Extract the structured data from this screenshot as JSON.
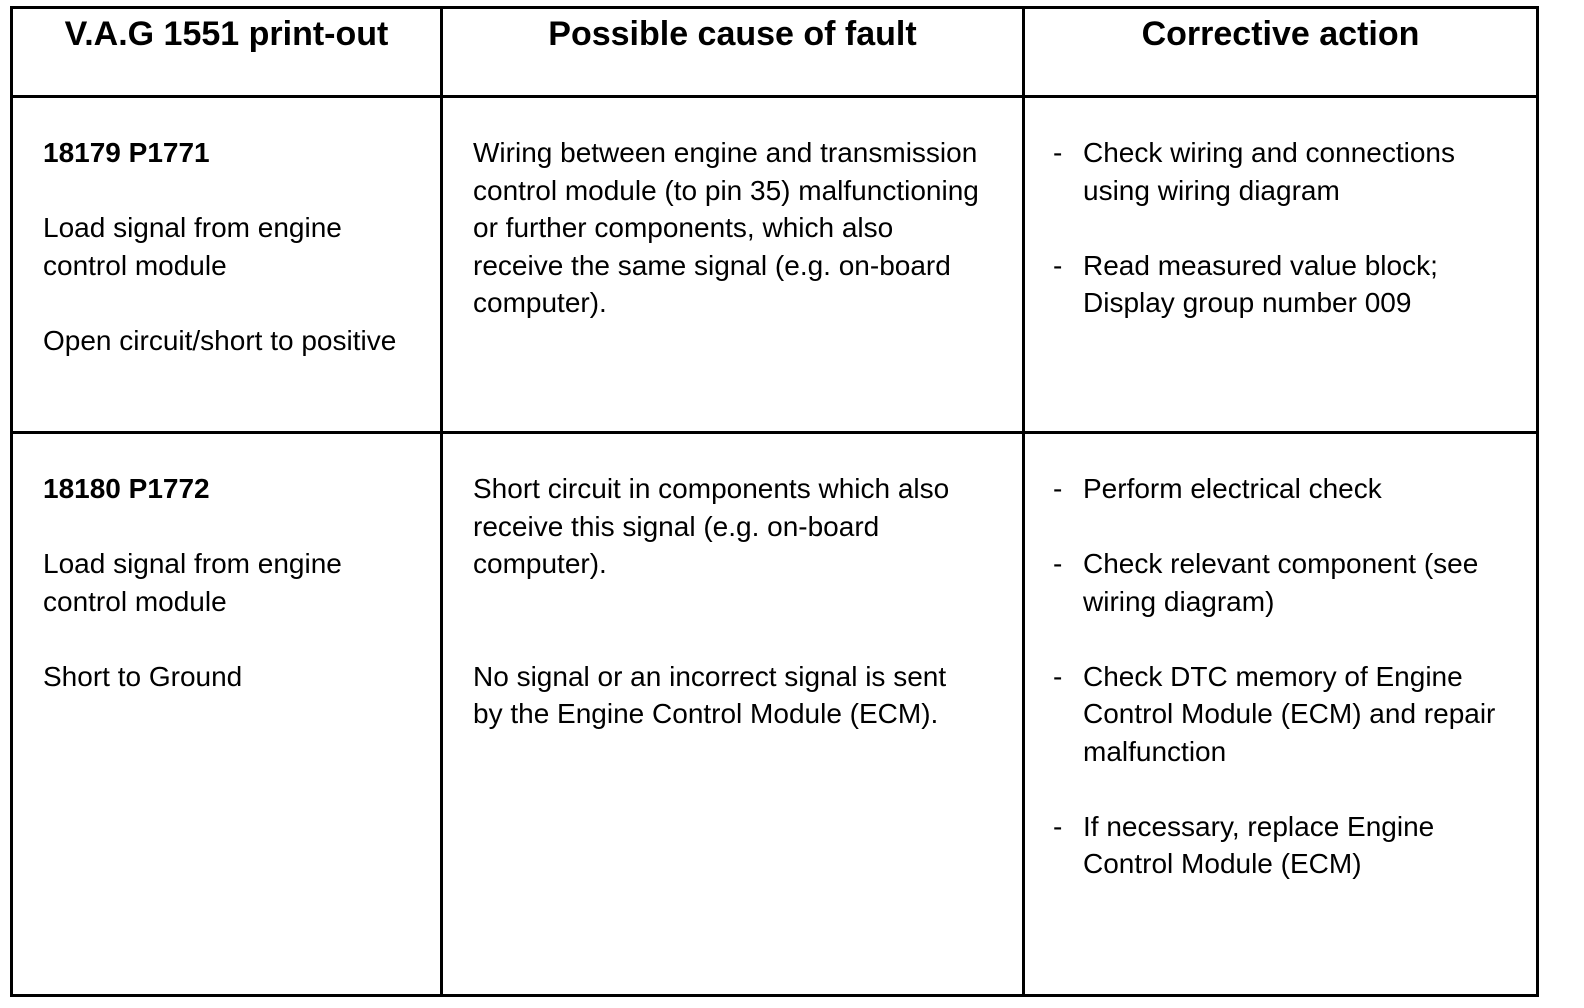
{
  "table": {
    "headers": [
      "V.A.G 1551 print-out",
      "Possible cause of fault",
      "Corrective action"
    ],
    "rows": [
      {
        "code": "18179 P1771",
        "description": "Load signal from engine control module",
        "condition": "Open circuit/short to positive",
        "causes": [
          "Wiring between engine and transmission control module (to pin 35) malfunctioning or further components, which also receive the same signal (e.g. on-board computer)."
        ],
        "actions": [
          "Check wiring and connections using wiring diagram",
          "Read measured value block; Display group number 009"
        ]
      },
      {
        "code": "18180 P1772",
        "description": "Load signal from engine control module",
        "condition": "Short to Ground",
        "causes": [
          "Short circuit in components which also receive this signal (e.g. on-board computer).",
          "No signal or an incorrect signal is sent by the Engine Control Module (ECM)."
        ],
        "actions": [
          "Perform electrical check",
          "Check relevant component (see wiring diagram)",
          "Check DTC memory of Engine Control Module (ECM) and repair malfunction",
          "If necessary, replace Engine Control Module (ECM)"
        ]
      }
    ]
  }
}
